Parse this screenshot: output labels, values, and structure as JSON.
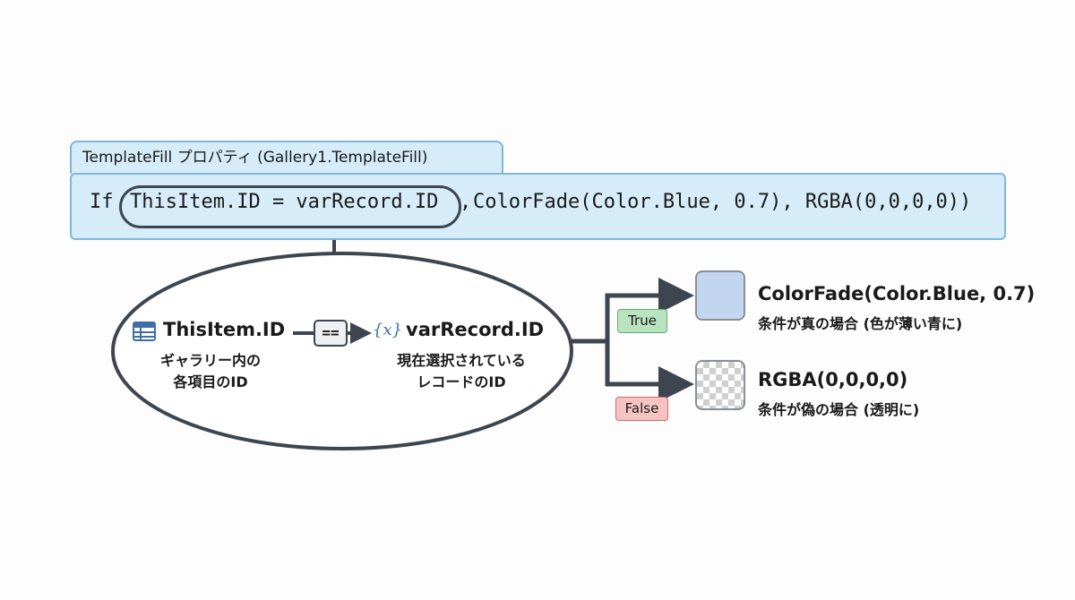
{
  "property_panel": {
    "tab_label": "TemplateFill プロパティ (Gallery1.TemplateFill)",
    "formula": {
      "keyword": "If",
      "condition": "ThisItem.ID = varRecord.ID",
      "separator": ",",
      "rest": "ColorFade(Color.Blue, 0.7), RGBA(0,0,0,0))"
    }
  },
  "condition_detail": {
    "left_operand": {
      "icon": "table-icon",
      "name": "ThisItem.ID",
      "description_line1": "ギャラリー内の",
      "description_line2": "各項目のID"
    },
    "operator": "==",
    "right_operand": {
      "icon": "variable-icon",
      "icon_text": "{x}",
      "name": "varRecord.ID",
      "description_line1": "現在選択されている",
      "description_line2": "レコードのID"
    }
  },
  "branches": {
    "true": {
      "badge": "True",
      "title": "ColorFade(Color.Blue, 0.7)",
      "description": "条件が真の場合 (色が薄い青に)",
      "swatch_color": "#c2d6f0"
    },
    "false": {
      "badge": "False",
      "title": "RGBA(0,0,0,0)",
      "description": "条件が偽の場合 (透明に)",
      "swatch_color": "transparent"
    }
  },
  "colors": {
    "panel_fill": "#d6ecf8",
    "panel_border": "#7fb7d8",
    "connector": "#3d4650",
    "true_badge": "#b9e4bf",
    "false_badge": "#f5c3c3",
    "icon_blue": "#3d6fa8"
  }
}
